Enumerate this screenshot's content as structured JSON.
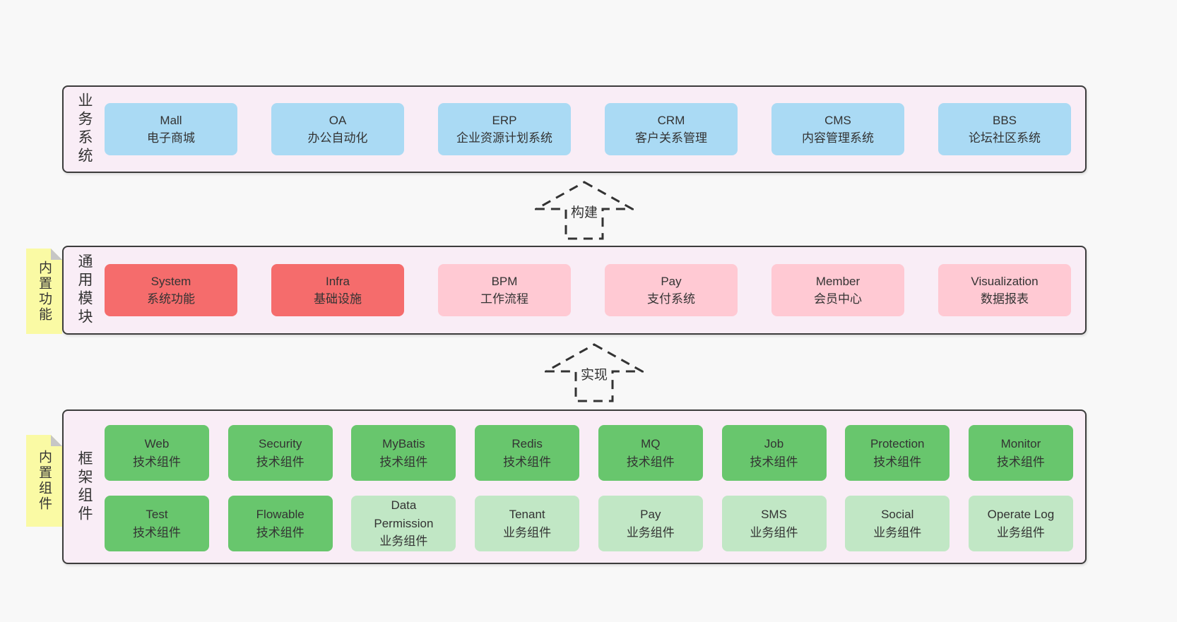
{
  "colors": {
    "page_bg": "#f8f8f8",
    "layer_bg": "#f9edf6",
    "layer_border": "#3c3c3c",
    "system_blue": "#aadaf4",
    "module_red": "#f56c6c",
    "module_pink": "#ffc9d3",
    "component_green": "#68c66d",
    "component_lightgreen": "#c1e7c5",
    "tag_yellow": "#fafaa4",
    "text": "#333333"
  },
  "arrows": {
    "build": "构建",
    "implement": "实现"
  },
  "sections": {
    "business": {
      "label": "业务系统",
      "items": [
        {
          "name": "Mall",
          "desc": "电子商城"
        },
        {
          "name": "OA",
          "desc": "办公自动化"
        },
        {
          "name": "ERP",
          "desc": "企业资源计划系统"
        },
        {
          "name": "CRM",
          "desc": "客户关系管理"
        },
        {
          "name": "CMS",
          "desc": "内容管理系统"
        },
        {
          "name": "BBS",
          "desc": "论坛社区系统"
        }
      ]
    },
    "modules": {
      "label": "通用模块",
      "tag": "内置功能",
      "items": [
        {
          "name": "System",
          "desc": "系统功能",
          "variant": "red"
        },
        {
          "name": "Infra",
          "desc": "基础设施",
          "variant": "red"
        },
        {
          "name": "BPM",
          "desc": "工作流程",
          "variant": "pink"
        },
        {
          "name": "Pay",
          "desc": "支付系统",
          "variant": "pink"
        },
        {
          "name": "Member",
          "desc": "会员中心",
          "variant": "pink"
        },
        {
          "name": "Visualization",
          "desc": "数据报表",
          "variant": "pink"
        }
      ]
    },
    "framework": {
      "label": "框架组件",
      "tag": "内置组件",
      "rows": [
        [
          {
            "name": "Web",
            "desc": "技术组件",
            "variant": "green"
          },
          {
            "name": "Security",
            "desc": "技术组件",
            "variant": "green"
          },
          {
            "name": "MyBatis",
            "desc": "技术组件",
            "variant": "green"
          },
          {
            "name": "Redis",
            "desc": "技术组件",
            "variant": "green"
          },
          {
            "name": "MQ",
            "desc": "技术组件",
            "variant": "green"
          },
          {
            "name": "Job",
            "desc": "技术组件",
            "variant": "green"
          },
          {
            "name": "Protection",
            "desc": "技术组件",
            "variant": "green"
          },
          {
            "name": "Monitor",
            "desc": "技术组件",
            "variant": "green"
          }
        ],
        [
          {
            "name": "Test",
            "desc": "技术组件",
            "variant": "green"
          },
          {
            "name": "Flowable",
            "desc": "技术组件",
            "variant": "green"
          },
          {
            "name": "Data\nPermission",
            "desc": "业务组件",
            "variant": "lightgreen"
          },
          {
            "name": "Tenant",
            "desc": "业务组件",
            "variant": "lightgreen"
          },
          {
            "name": "Pay",
            "desc": "业务组件",
            "variant": "lightgreen"
          },
          {
            "name": "SMS",
            "desc": "业务组件",
            "variant": "lightgreen"
          },
          {
            "name": "Social",
            "desc": "业务组件",
            "variant": "lightgreen"
          },
          {
            "name": "Operate Log",
            "desc": "业务组件",
            "variant": "lightgreen"
          }
        ]
      ]
    }
  }
}
